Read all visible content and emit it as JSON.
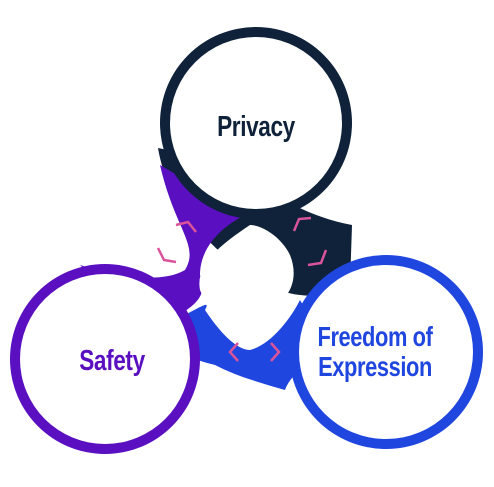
{
  "nodes": {
    "privacy": {
      "label": "Privacy",
      "color": "#0f2239",
      "text_color": "#0f2239"
    },
    "safety": {
      "label": "Safety",
      "color": "#5a0fc0",
      "text_color": "#5a0fc0"
    },
    "freedom": {
      "label_line1": "Freedom of",
      "label_line2": "Expression",
      "color": "#2046e0",
      "text_color": "#2046e0"
    }
  },
  "accent_color": "#d9549a",
  "background_color": "#ffffff"
}
